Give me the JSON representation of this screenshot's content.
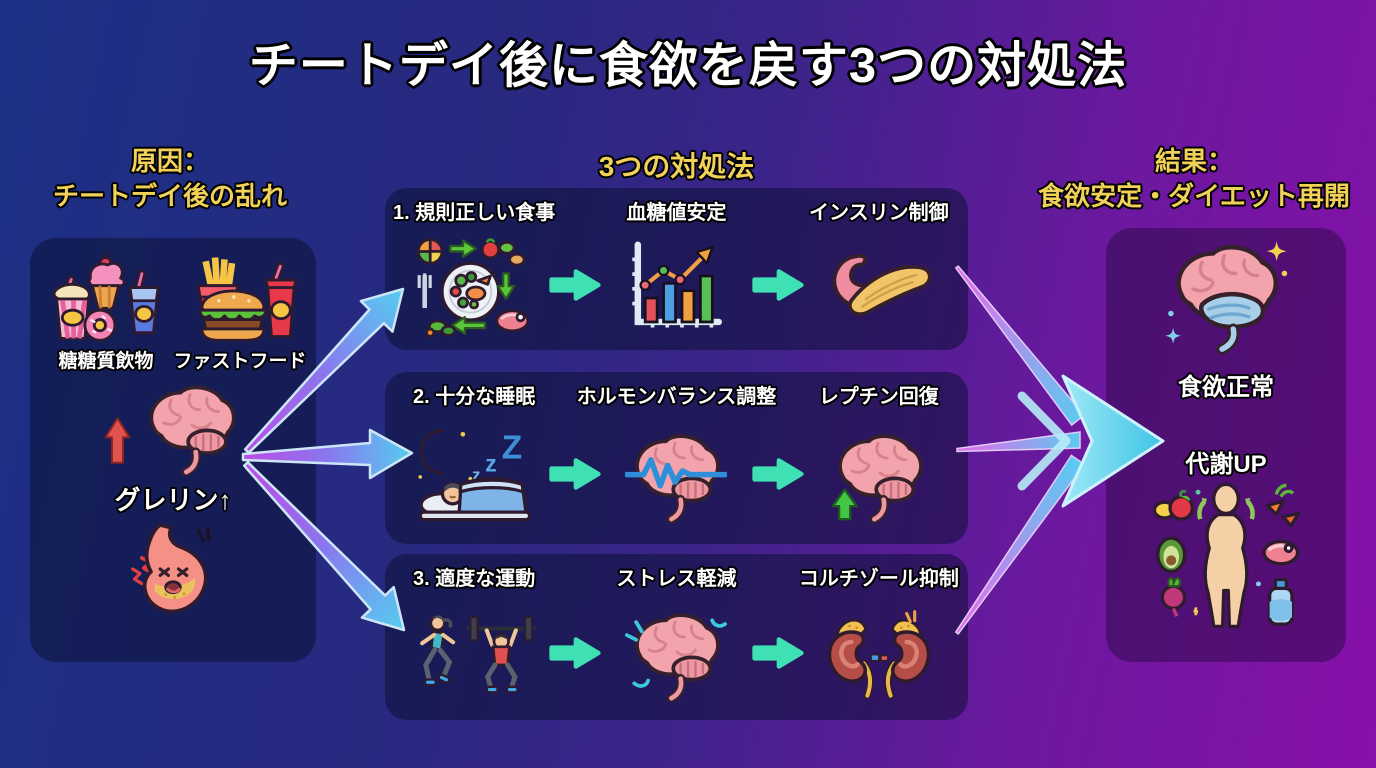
{
  "title": "チートデイ後に食欲を戻す3つの対処法",
  "left": {
    "header_line1": "原因：",
    "header_line2": "チートデイ後の乱れ",
    "items": [
      {
        "label": "糖糖質飲物",
        "icon": "sweets-icon"
      },
      {
        "label": "ファストフード",
        "icon": "fastfood-icon"
      }
    ],
    "hormone": {
      "label": "グレリン↑",
      "icon": "ghrelin-brain-icon",
      "arrow_icon": "red-up-arrow-icon"
    },
    "stomach_icon": "upset-stomach-icon"
  },
  "middle": {
    "header": "3つの対処法",
    "steps": [
      {
        "step_label": "1. 規則正しい食事",
        "effect_label": "血糖値安定",
        "result_label": "インスリン制御",
        "icons": [
          "balanced-meal-icon",
          "glucose-chart-icon",
          "pancreas-icon"
        ]
      },
      {
        "step_label": "2. 十分な睡眠",
        "effect_label": "ホルモンバランス調整",
        "result_label": "レプチン回復",
        "icons": [
          "sleep-icon",
          "brainwave-icon",
          "leptin-brain-icon"
        ]
      },
      {
        "step_label": "3. 適度な運動",
        "effect_label": "ストレス軽減",
        "result_label": "コルチゾール抑制",
        "icons": [
          "exercise-icon",
          "calm-brain-icon",
          "kidneys-icon"
        ]
      }
    ]
  },
  "right": {
    "header_line1": "結果：",
    "header_line2": "食欲安定・ダイエット再開",
    "items": [
      {
        "label": "食欲正常",
        "icon": "healthy-brain-icon"
      },
      {
        "label": "代謝UP",
        "icon": "metabolism-body-icon"
      }
    ]
  },
  "colors": {
    "bg_left": "#1c3085",
    "bg_right": "#8810ab",
    "header_yellow": "#f2d158",
    "label_white": "#ffffff",
    "mini_arrow_teal": "#3ee0b4",
    "fan_arrow_purple": "#c84ff0",
    "fan_arrow_cyan": "#58d8f8",
    "panel_navy": "rgba(10,16,48,0.52)",
    "panel_purple": "rgba(34,8,58,0.45)"
  }
}
